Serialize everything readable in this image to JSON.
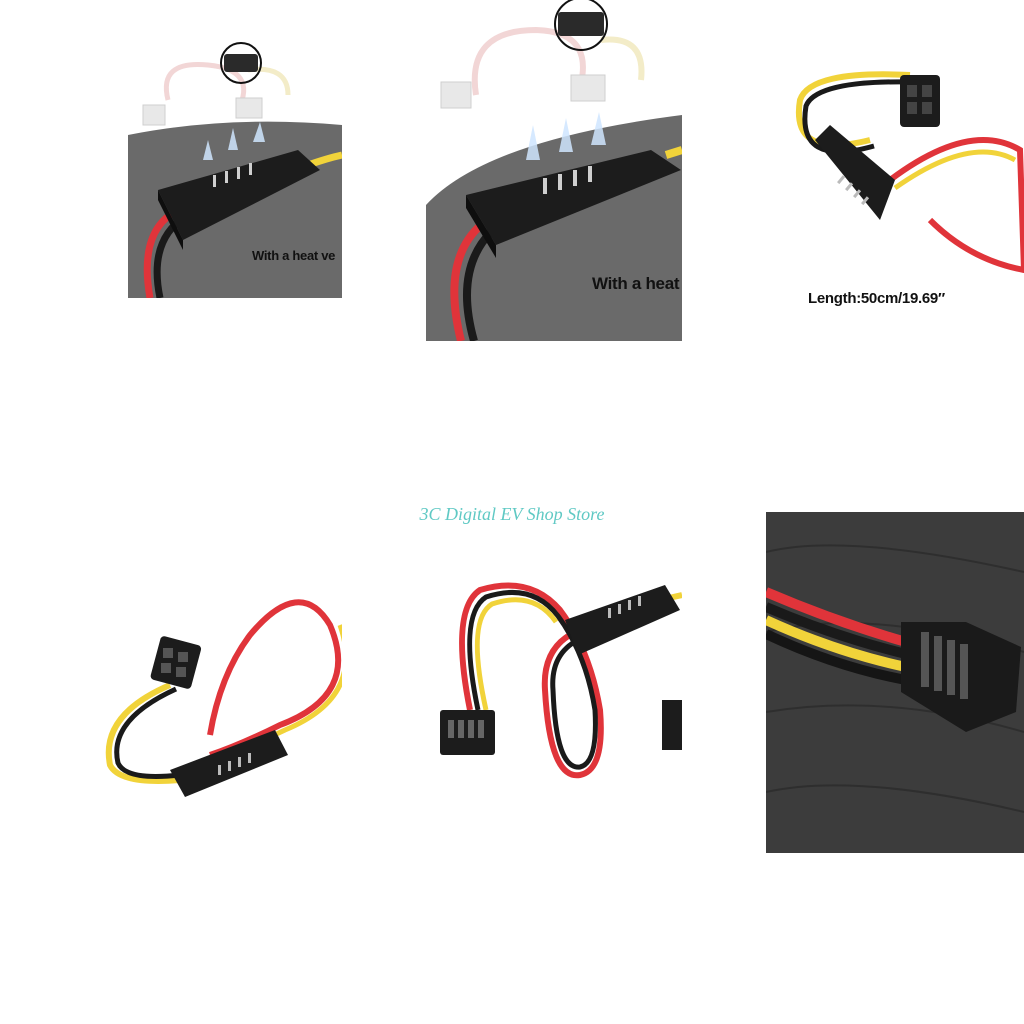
{
  "watermark": "3C Digital EV Shop Store",
  "tiles": {
    "t1": {
      "caption": "With a heat ve"
    },
    "t2": {
      "caption": "With a heat"
    },
    "t3": {
      "caption": "Length:50cm/19.69″"
    }
  },
  "colors": {
    "wire_red": "#e0343a",
    "wire_yellow": "#f1d33a",
    "wire_black": "#1a1a1a",
    "box": "#1c1c1c",
    "surface": "#6b6b6b",
    "wood": "#3a3a3a"
  }
}
